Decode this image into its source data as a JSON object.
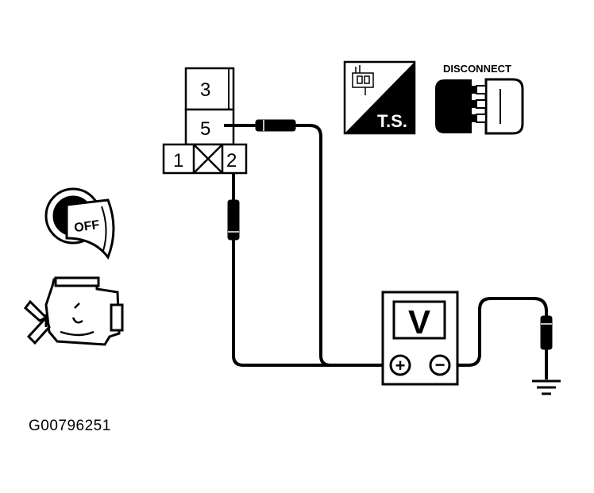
{
  "connector": {
    "pin_top": "3",
    "pin_middle": "5",
    "pin_left": "1",
    "pin_right": "2"
  },
  "ts_icon": {
    "label": "T.S."
  },
  "disconnect_icon": {
    "label": "DISCONNECT"
  },
  "ignition_key": {
    "label": "OFF"
  },
  "voltmeter": {
    "display": "V",
    "positive_terminal": "+",
    "negative_terminal": "−"
  },
  "figure_id": "G00796251"
}
